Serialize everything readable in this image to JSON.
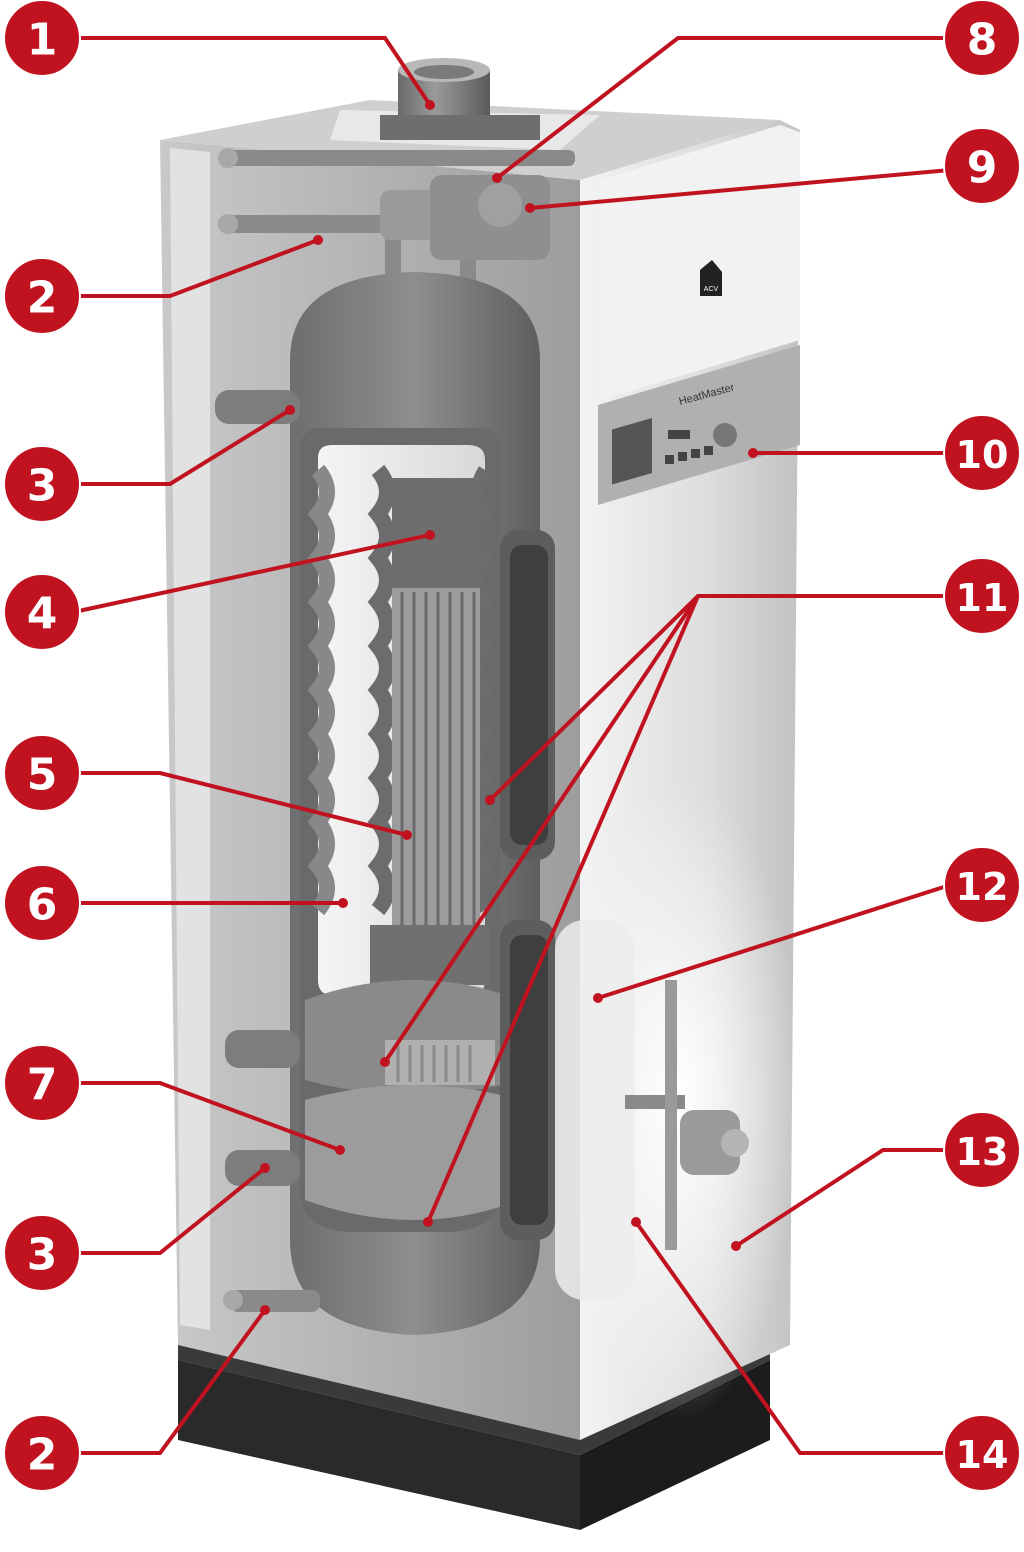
{
  "brand": {
    "logo_text": "ACV",
    "model_text": "HeatMaster"
  },
  "colors": {
    "callout_red": "#c1121f",
    "callout_line": "#c1121f",
    "cabinet_light": "#e6e6e6",
    "cabinet_mid": "#9a9a9a",
    "cabinet_dark": "#555555",
    "base": "#2b2b2b"
  },
  "callouts": [
    {
      "id": "c1",
      "label": "1"
    },
    {
      "id": "c2a",
      "label": "2"
    },
    {
      "id": "c3a",
      "label": "3"
    },
    {
      "id": "c4",
      "label": "4"
    },
    {
      "id": "c5",
      "label": "5"
    },
    {
      "id": "c6",
      "label": "6"
    },
    {
      "id": "c7",
      "label": "7"
    },
    {
      "id": "c3b",
      "label": "3"
    },
    {
      "id": "c2b",
      "label": "2"
    },
    {
      "id": "c8",
      "label": "8"
    },
    {
      "id": "c9",
      "label": "9"
    },
    {
      "id": "c10",
      "label": "10"
    },
    {
      "id": "c11",
      "label": "11"
    },
    {
      "id": "c12",
      "label": "12"
    },
    {
      "id": "c13",
      "label": "13"
    },
    {
      "id": "c14",
      "label": "14"
    }
  ]
}
